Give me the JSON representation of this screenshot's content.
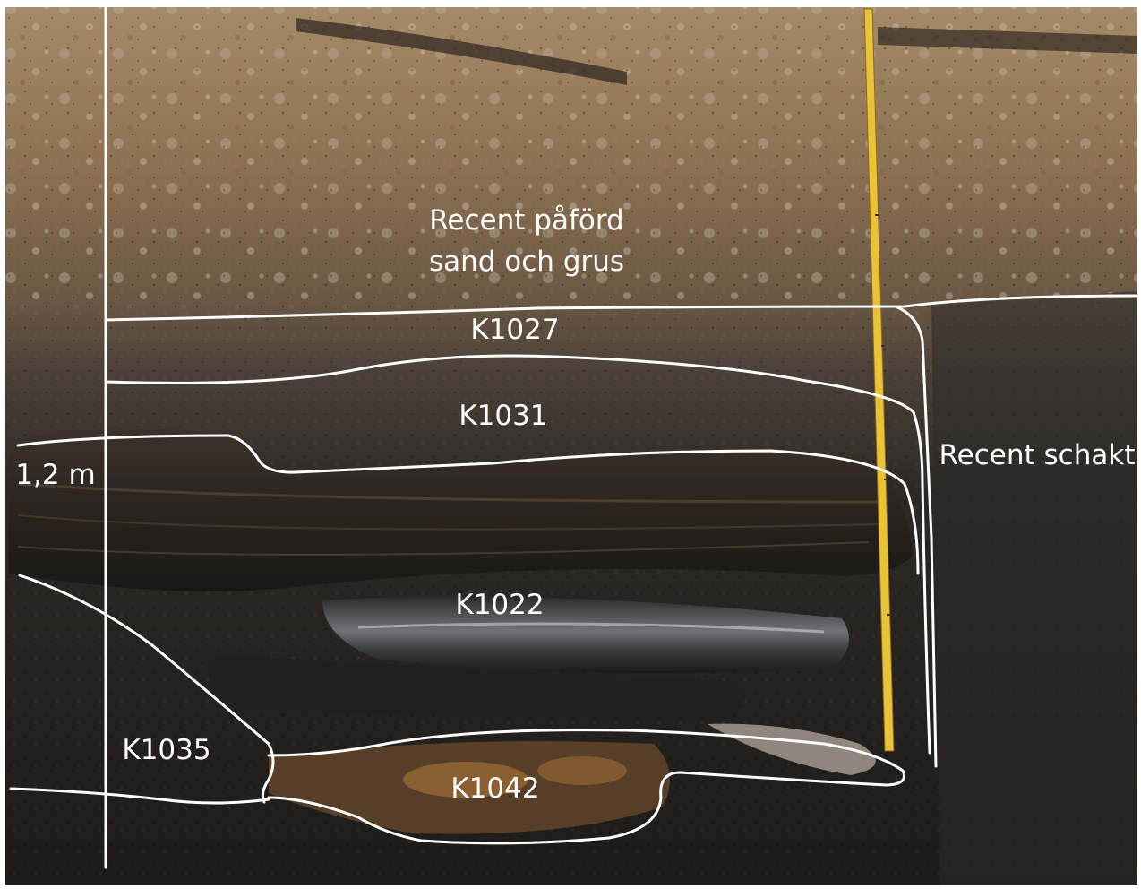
{
  "labels": {
    "fill": "Recent påförd",
    "fill2": "sand och grus",
    "k1027": "K1027",
    "k1031": "K1031",
    "k1022": "K1022",
    "k1035": "K1035",
    "k1042": "K1042",
    "schakt": "Recent schakt",
    "depth": "1,2 m"
  },
  "colors": {
    "line": "#ffffff",
    "ruler": "#e8c23a"
  }
}
